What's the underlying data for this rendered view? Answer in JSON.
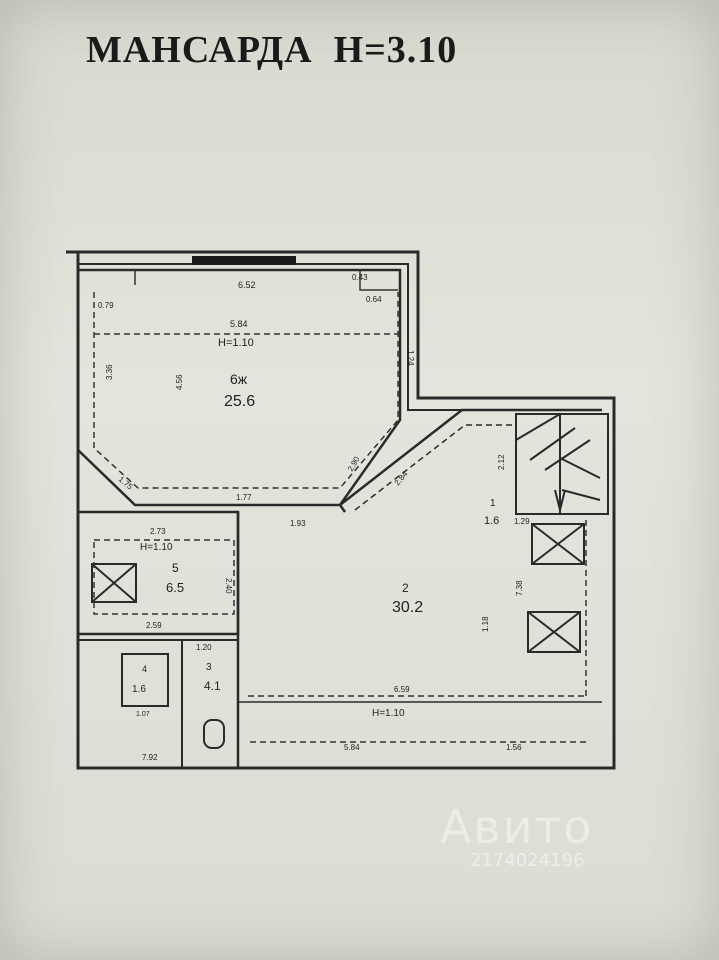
{
  "title": "МАНСАРДА  Н=3.10",
  "rooms": {
    "r6": {
      "number": "6ж",
      "area": "25.6",
      "height": "Н=1.10"
    },
    "r5": {
      "number": "5",
      "area": "6.5",
      "height": "Н=1.10"
    },
    "r2": {
      "number": "2",
      "area": "30.2",
      "height": "Н=1.10"
    },
    "r1": {
      "number": "1",
      "area": "1.6"
    },
    "r3": {
      "number": "3",
      "area": "4.1"
    },
    "r4": {
      "number": "4",
      "area": "1.6"
    }
  },
  "dims": {
    "d652": "6.52",
    "d079": "0.79",
    "d064": "0.64",
    "d043": "0.43",
    "d584": "5.84",
    "d336": "3.36",
    "d456": "4.56",
    "d124": "1.24",
    "d175": "1.75",
    "d290": "2.90",
    "d177": "1.77",
    "d193": "1.93",
    "d284": "2.84",
    "d273": "2.73",
    "d240": "2.40",
    "d259": "2.59",
    "d212": "2.12",
    "d129": "1.29",
    "d118": "1.18",
    "d738": "7.38",
    "d120": "1.20",
    "d659": "6.59",
    "d584b": "5.84",
    "d156": "1.56",
    "d792": "7.92",
    "d107": "1.07"
  },
  "watermark": {
    "brand": "Авито",
    "id": "2174024196"
  }
}
